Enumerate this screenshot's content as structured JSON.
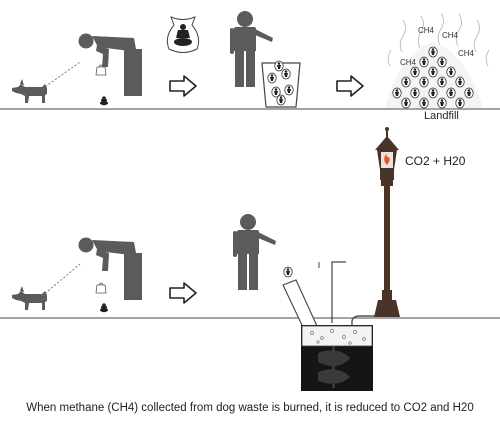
{
  "labels": {
    "landfill": "Landfill",
    "emission": "CO2 + H20",
    "ch4": "CH4"
  },
  "caption": "When methane (CH4) collected from dog waste is burned, it is reduced to CO2 and H20",
  "colors": {
    "figure": "#5b5b5b",
    "ground": "#6e6e6e",
    "lamp_post": "#4a3327",
    "digester": "#151515",
    "flame": "#e3542a"
  },
  "icons": [
    "dog-icon",
    "person-bending-icon",
    "waste-bag-icon",
    "arrow-right-icon",
    "person-standing-icon",
    "trash-bin-icon",
    "waste-pile-icon",
    "lamp-post-icon",
    "digester-tank-icon"
  ]
}
